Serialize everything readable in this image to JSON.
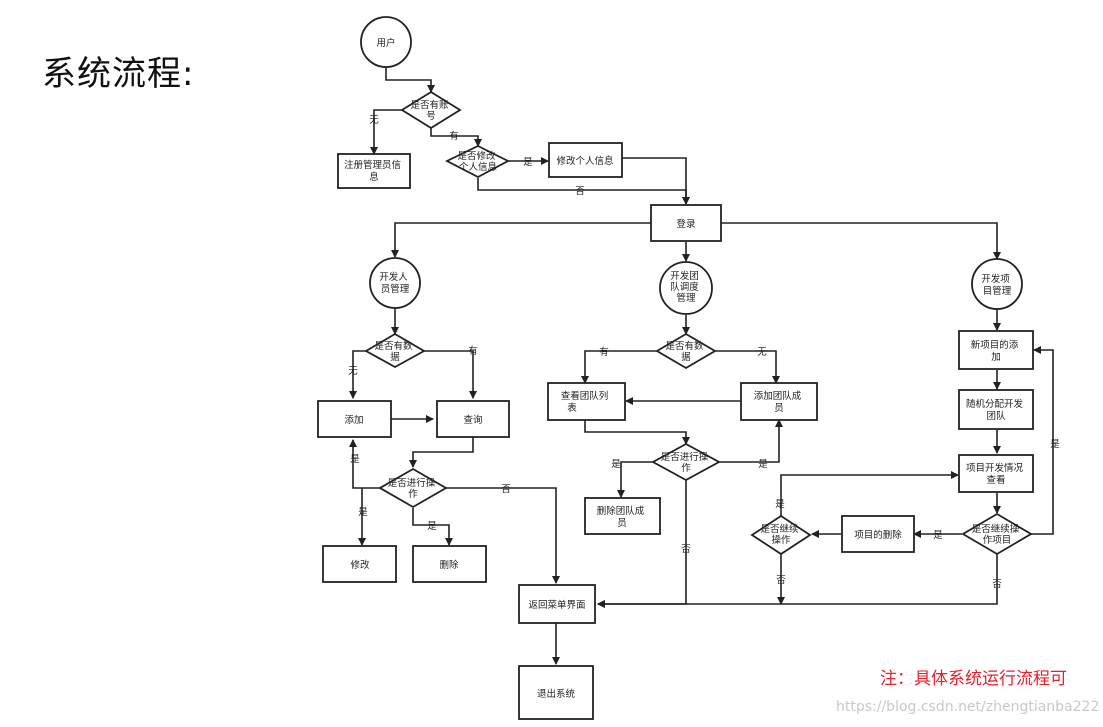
{
  "title": "系统流程:",
  "note": "注：具体系统运行流程可",
  "watermark": "https://blog.csdn.net/zhengtianba222",
  "colors": {
    "stroke": "#222222",
    "node_fill": "#ffffff",
    "note": "#e8202a",
    "watermark": "#c9c9c9"
  },
  "nodes": {
    "user": [
      "用户"
    ],
    "has_account": [
      "是否有账",
      "号"
    ],
    "register_admin": [
      "注册管理员信",
      "息"
    ],
    "modify_info_q": [
      "是否修改",
      "个人信息"
    ],
    "modify_info": [
      "修改个人信息"
    ],
    "login": [
      "登录"
    ],
    "dev_staff": [
      "开发人",
      "员管理"
    ],
    "team_sched": [
      "开发团",
      "队调度",
      "管理"
    ],
    "proj_mgmt": [
      "开发项",
      "目管理"
    ],
    "staff_has_data": [
      "是否有数",
      "据"
    ],
    "add": [
      "添加"
    ],
    "query": [
      "查询"
    ],
    "staff_op": [
      "是否进行操",
      "作"
    ],
    "modify": [
      "修改"
    ],
    "delete": [
      "删除"
    ],
    "team_has_data": [
      "是否有数",
      "据"
    ],
    "view_team": [
      "查看团队列",
      "表"
    ],
    "add_member": [
      "添加团队成",
      "员"
    ],
    "team_op": [
      "是否进行操",
      "作"
    ],
    "del_member": [
      "删除团队成",
      "员"
    ],
    "new_project": [
      "新项目的添",
      "加"
    ],
    "assign_team": [
      "随机分配开发",
      "团队"
    ],
    "proj_status": [
      "项目开发情况",
      "查看"
    ],
    "continue_proj": [
      "是否继续操",
      "作项目"
    ],
    "delete_proj": [
      "项目的删除"
    ],
    "continue_op": [
      "是否继续",
      "操作"
    ],
    "back_menu": [
      "返回菜单界面"
    ],
    "exit": [
      "退出系统"
    ]
  },
  "edge_labels": {
    "no": "无",
    "yes_have": "有",
    "yes": "是",
    "no_neg": "否"
  }
}
